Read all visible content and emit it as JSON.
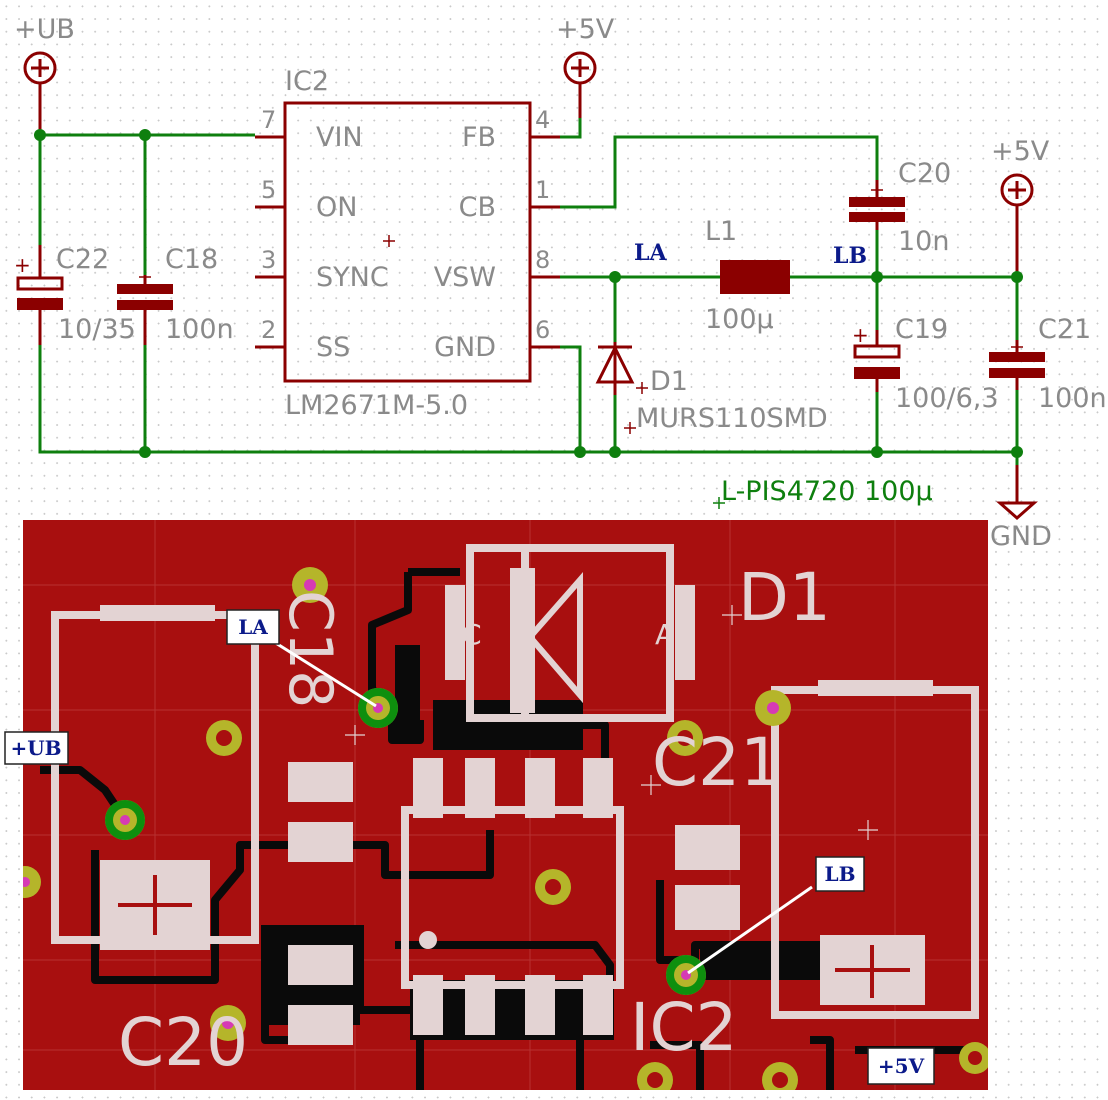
{
  "schematic": {
    "supply_ub": "+UB",
    "supply_5v_top": "+5V",
    "supply_5v_right": "+5V",
    "gnd": "GND",
    "ic": {
      "name": "IC2",
      "value": "LM2671M-5.0",
      "pins_left": [
        {
          "num": "7",
          "name": "VIN"
        },
        {
          "num": "5",
          "name": "ON"
        },
        {
          "num": "3",
          "name": "SYNC"
        },
        {
          "num": "2",
          "name": "SS"
        }
      ],
      "pins_right": [
        {
          "num": "4",
          "name": "FB"
        },
        {
          "num": "1",
          "name": "CB"
        },
        {
          "num": "8",
          "name": "VSW"
        },
        {
          "num": "6",
          "name": "GND"
        }
      ]
    },
    "components": {
      "c22_name": "C22",
      "c22_value": "10/35",
      "c18_name": "C18",
      "c18_value": "100n",
      "c20_name": "C20",
      "c20_value": "10n",
      "l1_name": "L1",
      "l1_value": "100µ",
      "c19_name": "C19",
      "c19_value": "100/6,3",
      "c21_name": "C21",
      "c21_value": "100n",
      "d1_name": "D1",
      "d1_value": "MURS110SMD"
    },
    "net_la": "LA",
    "net_lb": "LB",
    "note": "L-PIS4720 100µ"
  },
  "pcb": {
    "silk_c18": "C18",
    "silk_d1": "D1",
    "silk_d1_cathode": "C",
    "silk_d1_anode": "A",
    "silk_c21": "C21",
    "silk_c20": "C20",
    "silk_ic2": "IC2",
    "label_la": "LA",
    "label_lb": "LB",
    "label_ub": "+UB",
    "label_5v": "+5V"
  },
  "colors": {
    "wire": "#0e7f0e",
    "symbol": "#8b0000",
    "copper": "#a80f0f",
    "silkscreen": "#e3d3d3",
    "via": "#b5b52a",
    "net_label": "#0b1a8a"
  }
}
